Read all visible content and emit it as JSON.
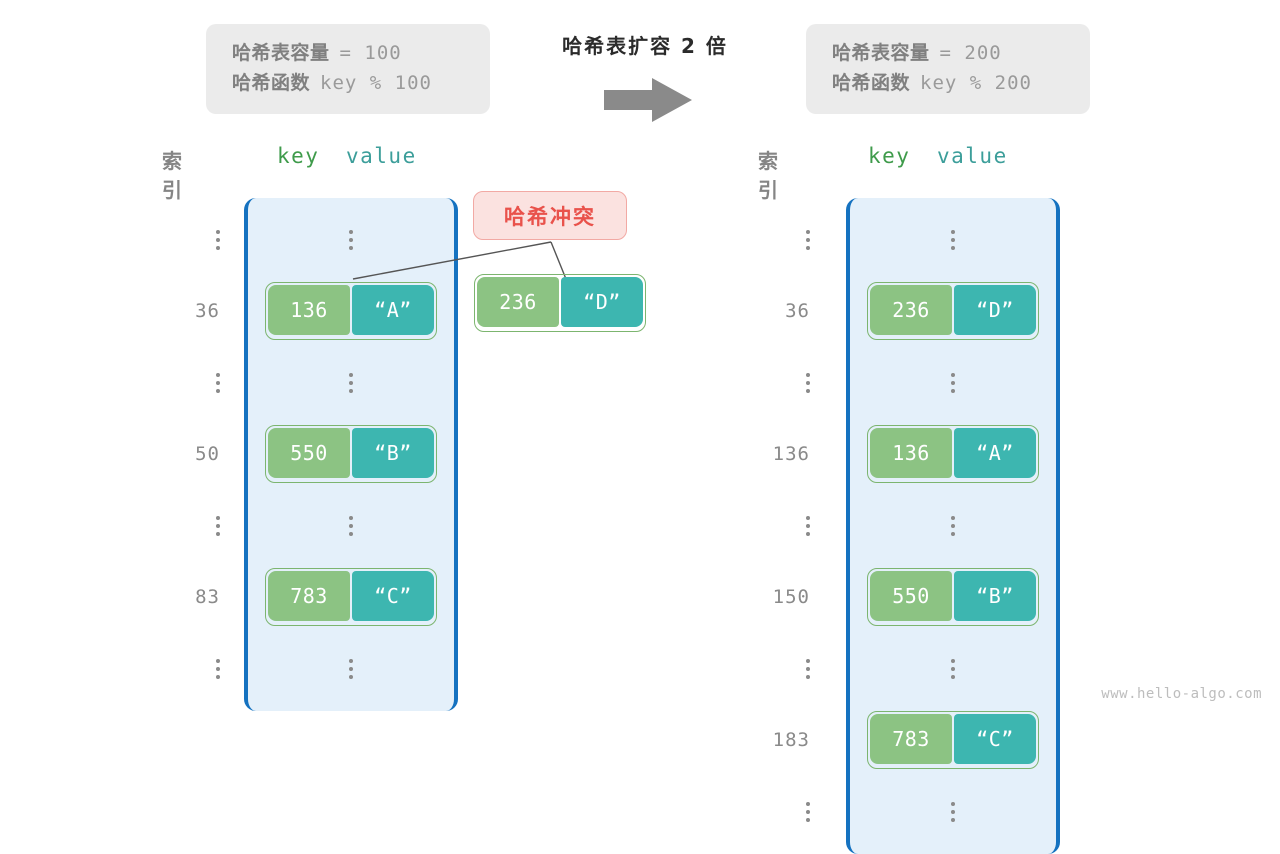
{
  "before": {
    "capacity_label": "哈希表容量",
    "capacity_expr": "= 100",
    "function_label": "哈希函数",
    "function_expr": "key % 100"
  },
  "after": {
    "capacity_label": "哈希表容量",
    "capacity_expr": "= 200",
    "function_label": "哈希函数",
    "function_expr": "key % 200"
  },
  "transform": {
    "title": "哈希表扩容 2 倍",
    "arrow_icon": "arrow-right-icon"
  },
  "headers": {
    "index": "索引",
    "key": "key",
    "value": "value"
  },
  "collision": {
    "label": "哈希冲突",
    "pair": {
      "key": "236",
      "value": "“D”"
    }
  },
  "left_table": {
    "rows": [
      {
        "index": "⋮",
        "type": "ellipsis"
      },
      {
        "index": "36",
        "type": "entry",
        "key": "136",
        "value": "“A”"
      },
      {
        "index": "⋮",
        "type": "ellipsis"
      },
      {
        "index": "50",
        "type": "entry",
        "key": "550",
        "value": "“B”"
      },
      {
        "index": "⋮",
        "type": "ellipsis"
      },
      {
        "index": "83",
        "type": "entry",
        "key": "783",
        "value": "“C”"
      },
      {
        "index": "⋮",
        "type": "ellipsis"
      }
    ]
  },
  "right_table": {
    "rows": [
      {
        "index": "⋮",
        "type": "ellipsis"
      },
      {
        "index": "36",
        "type": "entry",
        "key": "236",
        "value": "“D”"
      },
      {
        "index": "⋮",
        "type": "ellipsis"
      },
      {
        "index": "136",
        "type": "entry",
        "key": "136",
        "value": "“A”"
      },
      {
        "index": "⋮",
        "type": "ellipsis"
      },
      {
        "index": "150",
        "type": "entry",
        "key": "550",
        "value": "“B”"
      },
      {
        "index": "⋮",
        "type": "ellipsis"
      },
      {
        "index": "183",
        "type": "entry",
        "key": "783",
        "value": "“C”"
      },
      {
        "index": "⋮",
        "type": "ellipsis"
      }
    ]
  },
  "watermark": "www.hello-algo.com",
  "colors": {
    "key_cell": "#8CC383",
    "value_cell": "#3DB6B0",
    "pair_border": "#7CB56F",
    "bucket_fill": "#E4F0FA",
    "bucket_rail": "#1572C0",
    "collision_fill": "#FBE2E0",
    "collision_border": "#F2A9A4",
    "collision_text": "#E9524B",
    "info_box": "#EBEBEB",
    "muted_text": "#8A8A8A",
    "arrow": "#8A8A8A"
  }
}
